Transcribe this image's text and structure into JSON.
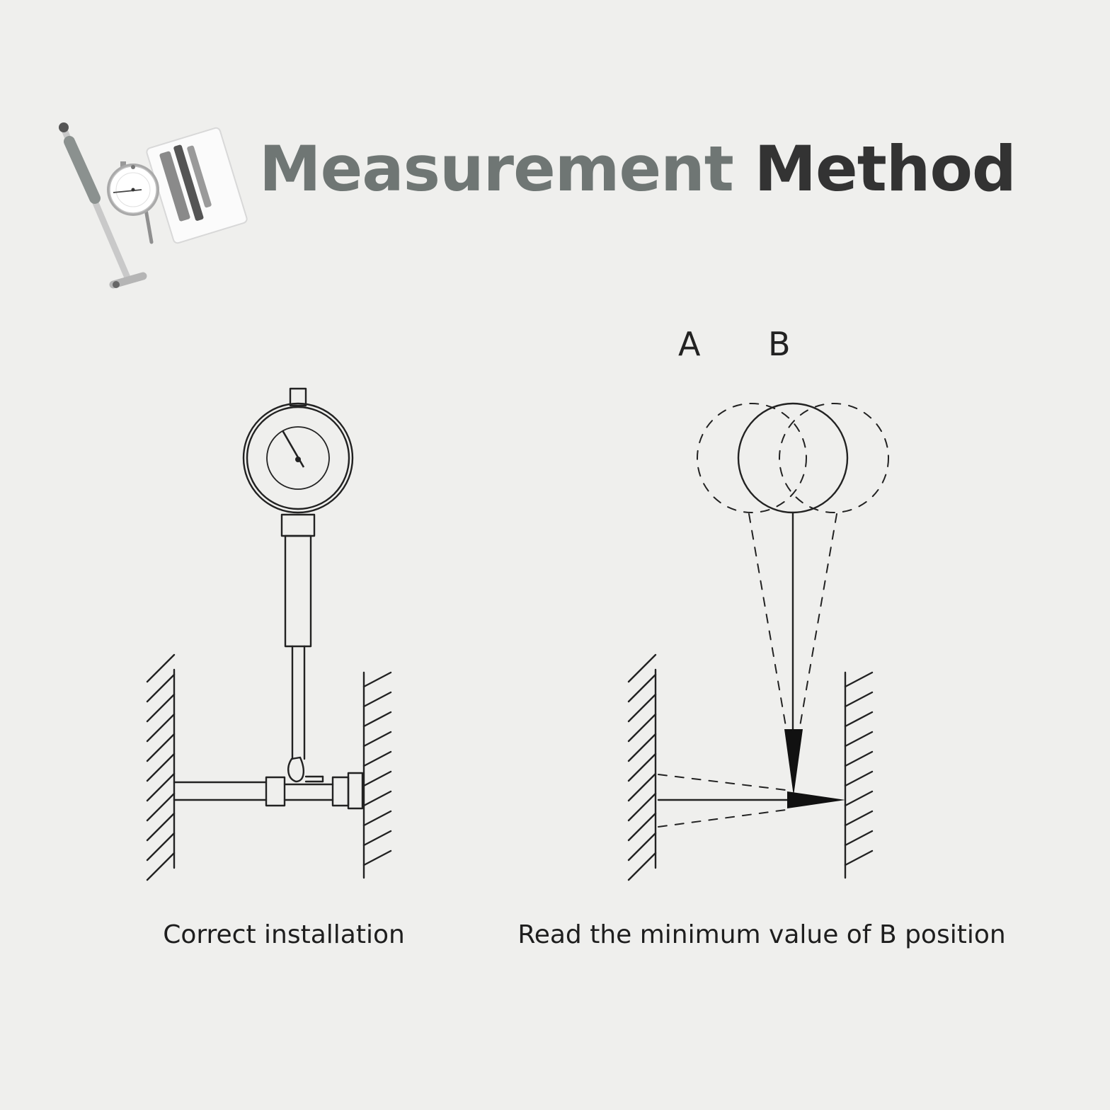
{
  "header": {
    "title_part1": "Measurement",
    "title_part2": "Method"
  },
  "diagram_left": {
    "caption": "Correct installation"
  },
  "diagram_right": {
    "label_a": "A",
    "label_b": "B",
    "caption": "Read the minimum value of B position"
  },
  "colors": {
    "background": "#efefed",
    "title_gray": "#6f7674",
    "title_dark": "#333333",
    "line": "#222222"
  },
  "icons": [
    "bore-gauge-product-icon"
  ]
}
